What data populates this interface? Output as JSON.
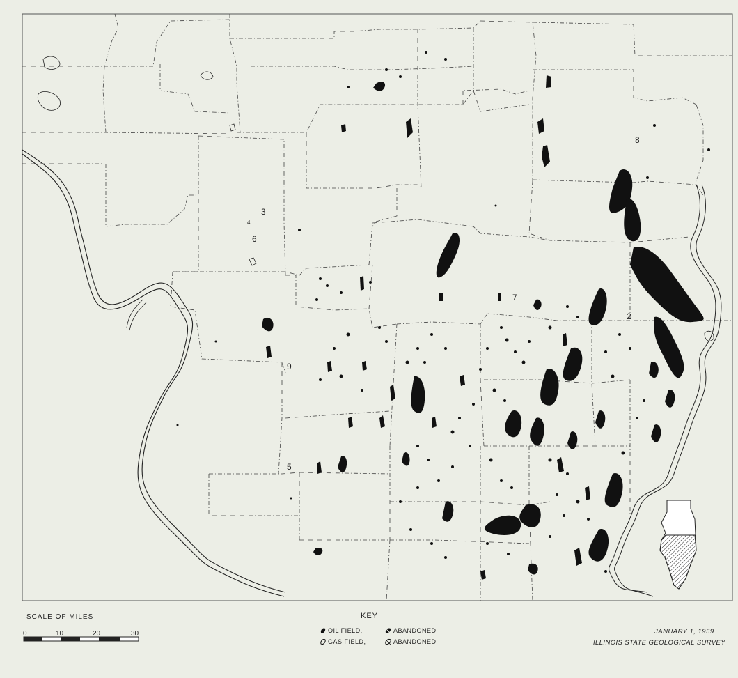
{
  "scale": {
    "title": "SCALE OF MILES",
    "ticks": [
      "0",
      "10",
      "20",
      "30"
    ]
  },
  "key": {
    "title": "KEY",
    "oil_field_label": "OIL FIELD,",
    "oil_abandoned_label": "ABANDONED",
    "gas_field_label": "GAS FIELD,",
    "gas_abandoned_label": "ABANDONED"
  },
  "credit": {
    "date": "JANUARY 1, 1959",
    "survey": "ILLINOIS STATE GEOLOGICAL SURVEY"
  },
  "map_numbers": [
    "3",
    "4",
    "6",
    "7",
    "2",
    "9",
    "5",
    "8"
  ],
  "colors": {
    "background": "#eceee6",
    "ink": "#111111",
    "boundary": "#444444"
  }
}
